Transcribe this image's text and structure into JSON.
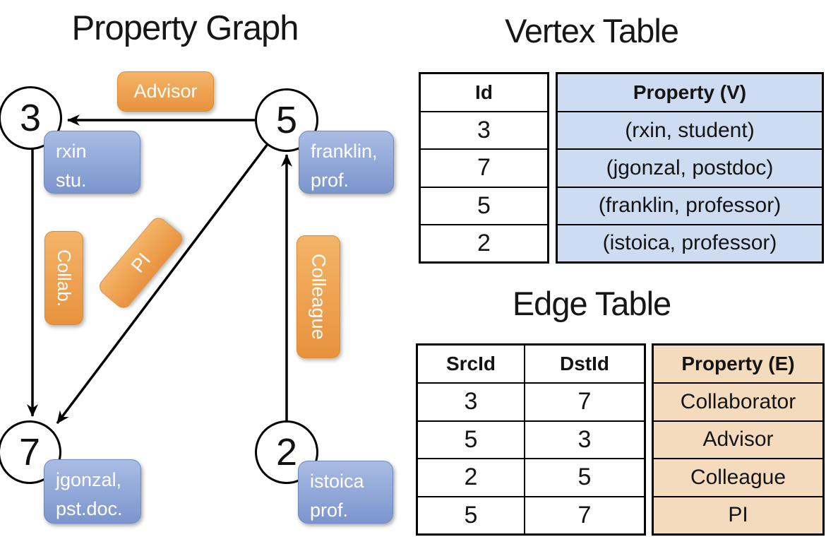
{
  "graph": {
    "title": "Property Graph",
    "nodes": [
      {
        "id": "3",
        "property": [
          "rxin",
          "stu."
        ]
      },
      {
        "id": "5",
        "property": [
          "franklin,",
          "prof."
        ]
      },
      {
        "id": "7",
        "property": [
          "jgonzal,",
          "pst.doc."
        ]
      },
      {
        "id": "2",
        "property": [
          "istoica",
          "prof."
        ]
      }
    ],
    "edge_labels": {
      "advisor": "Advisor",
      "collab": "Collab.",
      "pi": "PI",
      "colleague": "Colleague"
    }
  },
  "vertex_table": {
    "title": "Vertex Table",
    "columns": [
      "Id",
      "Property (V)"
    ],
    "rows": [
      [
        "3",
        "(rxin, student)"
      ],
      [
        "7",
        "(jgonzal, postdoc)"
      ],
      [
        "5",
        "(franklin, professor)"
      ],
      [
        "2",
        "(istoica, professor)"
      ]
    ]
  },
  "edge_table": {
    "title": "Edge Table",
    "columns": [
      "SrcId",
      "DstId",
      "Property (E)"
    ],
    "rows": [
      [
        "3",
        "7",
        "Collaborator"
      ],
      [
        "5",
        "3",
        "Advisor"
      ],
      [
        "2",
        "5",
        "Colleague"
      ],
      [
        "5",
        "7",
        "PI"
      ]
    ]
  },
  "colors": {
    "edge_label_orange": "#EFA452",
    "vertex_property_blue": "#8FA8D8",
    "vertex_table_fill": "#CEDCF2",
    "edge_table_fill": "#F5DBBD",
    "line_color": "#000000"
  }
}
